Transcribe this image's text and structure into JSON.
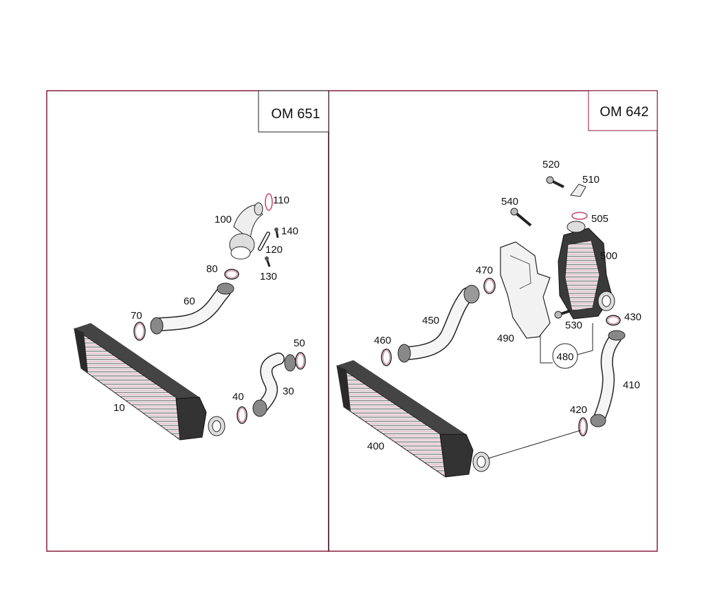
{
  "panels": {
    "left": {
      "engine_label": "OM 651",
      "parts": {
        "p10": "10",
        "p30": "30",
        "p40": "40",
        "p50": "50",
        "p60": "60",
        "p70": "70",
        "p80": "80",
        "p100": "100",
        "p110": "110",
        "p120": "120",
        "p130": "130",
        "p140": "140"
      }
    },
    "right": {
      "engine_label": "OM 642",
      "parts": {
        "p400": "400",
        "p410": "410",
        "p420": "420",
        "p430": "430",
        "p450": "450",
        "p460": "460",
        "p470": "470",
        "p480": "480",
        "p490": "490",
        "p500": "500",
        "p505": "505",
        "p510": "510",
        "p520": "520",
        "p530": "530",
        "p540": "540"
      }
    }
  },
  "colors": {
    "frame": "#8b1a3a",
    "line": "#222222",
    "part_fill": "#ececec",
    "part_shade": "#3a3a3a"
  }
}
